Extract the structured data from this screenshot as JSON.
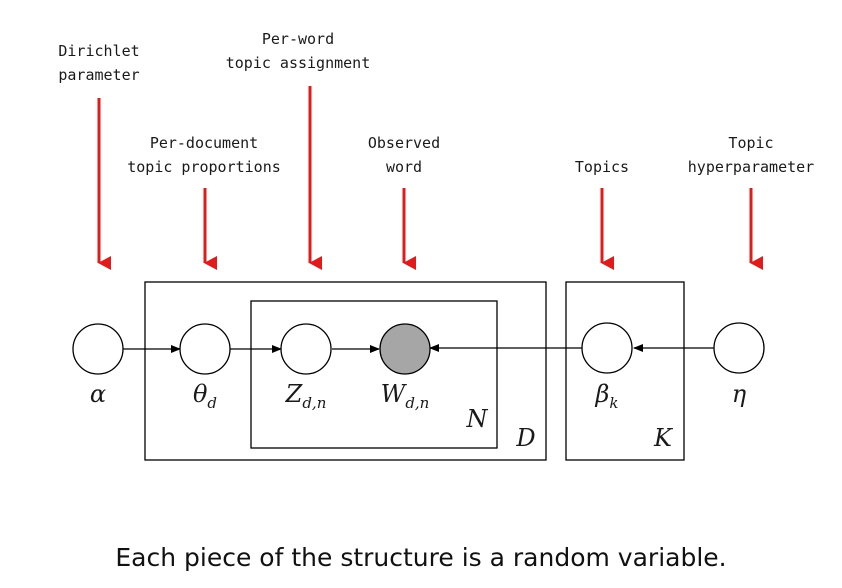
{
  "colors": {
    "arrow_annotation": "#e01b1b",
    "node_observed": "#a6a6a6",
    "node_latent": "#ffffff",
    "line": "#000000"
  },
  "annotations": {
    "dirichlet": [
      "Dirichlet",
      "parameter"
    ],
    "per_word_assignment": [
      "Per-word",
      "topic assignment"
    ],
    "per_doc_proportions": [
      "Per-document",
      "topic proportions"
    ],
    "observed_word": [
      "Observed",
      "word"
    ],
    "topics": [
      "Topics"
    ],
    "topic_hyper": [
      "Topic",
      "hyperparameter"
    ]
  },
  "nodes": {
    "alpha": {
      "symbol": "α",
      "sub": ""
    },
    "theta": {
      "symbol": "θ",
      "sub": "d"
    },
    "z": {
      "symbol": "Z",
      "sub": "d,n"
    },
    "w": {
      "symbol": "W",
      "sub": "d,n"
    },
    "beta": {
      "symbol": "β",
      "sub": "k"
    },
    "eta": {
      "symbol": "η",
      "sub": ""
    }
  },
  "plates": {
    "n": "N",
    "d": "D",
    "k": "K"
  },
  "caption": "Each piece of the structure is a random variable."
}
